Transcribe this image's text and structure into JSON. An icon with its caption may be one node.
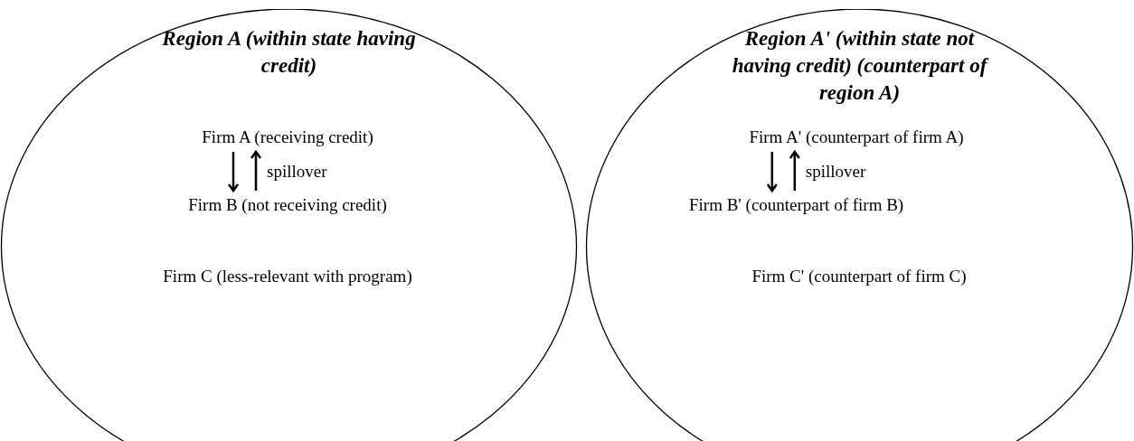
{
  "diagram": {
    "nodes": [
      {
        "text": [
          "Region A (within state having credit)"
        ]
      },
      {
        "text": [
          "Firm A (receiving credit)"
        ],
        "in": 0
      },
      {
        "text": [
          "Firm B (not receiving credit)"
        ],
        "in": 0
      },
      {
        "text": [
          "Firm C (less-relevant with program)"
        ],
        "in": 0
      },
      {
        "text": [
          "Region A' (within state not having credit) (counterpart of region A)"
        ]
      },
      {
        "text": [
          "Firm A' (counterpart of firm A)"
        ],
        "in": 4
      },
      {
        "text": [
          "Firm B' (counterpart of firm B)"
        ],
        "in": 4
      },
      {
        "text": [
          "Firm C' (counterpart of firm C)"
        ],
        "in": 4
      }
    ],
    "edges": [
      {
        "from": 1,
        "to": 2,
        "arrow": "to"
      },
      {
        "from": 2,
        "to": 1,
        "arrow": "to",
        "label": "spillover"
      },
      {
        "from": 5,
        "to": 6,
        "arrow": "to"
      },
      {
        "from": 6,
        "to": 5,
        "arrow": "to",
        "label": "spillover"
      }
    ]
  }
}
